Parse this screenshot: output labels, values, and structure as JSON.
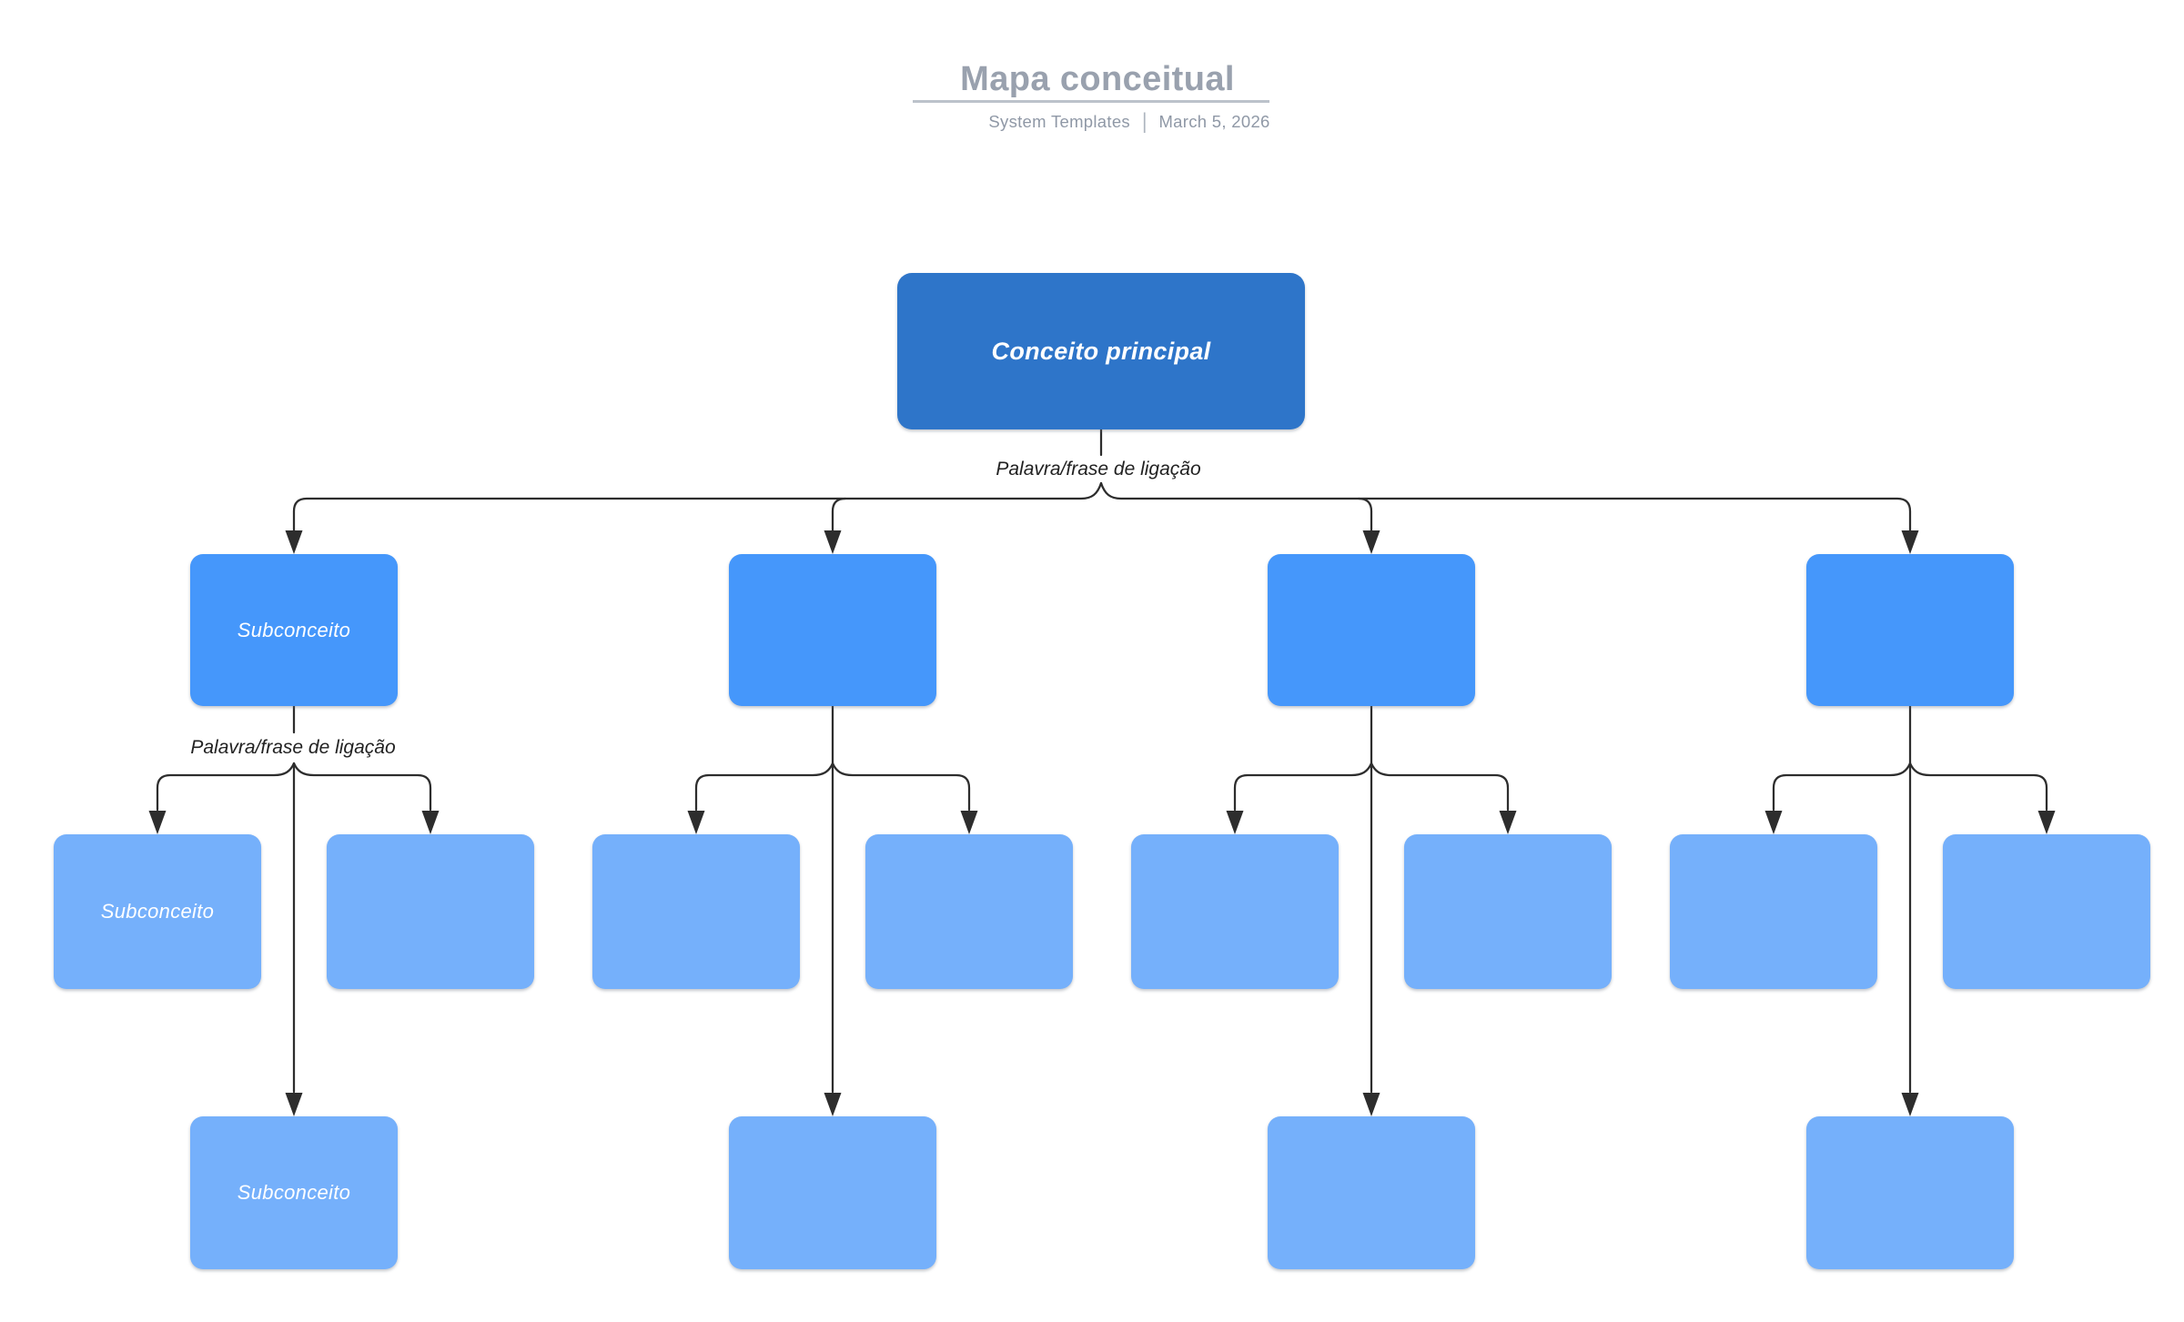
{
  "header": {
    "title": "Mapa conceitual",
    "byline": "System Templates",
    "separator": "|",
    "date": "March 5, 2026"
  },
  "colors": {
    "root-box": "#2E75C9",
    "level2-box": "#4597FB",
    "level3-box": "#75B0FB",
    "connector": "#2D2D2D",
    "node-text": "#FFFFFF",
    "label-text": "#222222",
    "title": "#99A1AE",
    "subtitle": "#8F98A6",
    "underline": "#BCC2CB",
    "background": "#FFFFFF"
  },
  "diagram": {
    "root_label": "Conceito principal",
    "link_labels": [
      "Palavra/frase de ligação",
      "Palavra/frase de ligação"
    ],
    "level2": [
      "Subconceito",
      "",
      "",
      ""
    ],
    "level3": [
      "Subconceito",
      "",
      "",
      "",
      "",
      "",
      "",
      ""
    ],
    "level4": [
      "Subconceito",
      "",
      "",
      ""
    ]
  }
}
